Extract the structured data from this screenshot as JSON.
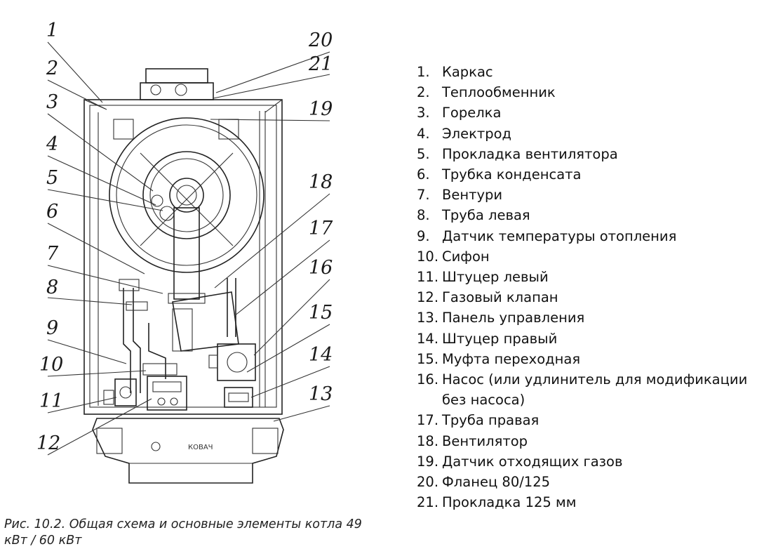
{
  "diagram": {
    "callouts": [
      "1",
      "2",
      "3",
      "4",
      "5",
      "6",
      "7",
      "8",
      "9",
      "10",
      "11",
      "12",
      "13",
      "14",
      "15",
      "16",
      "17",
      "18",
      "19",
      "20",
      "21"
    ],
    "panel_brand": "КОВАЧ"
  },
  "parts": [
    {
      "num": "1.",
      "label": "Каркас"
    },
    {
      "num": "2.",
      "label": "Теплообменник"
    },
    {
      "num": "3.",
      "label": "Горелка"
    },
    {
      "num": "4.",
      "label": "Электрод"
    },
    {
      "num": "5.",
      "label": "Прокладка вентилятора"
    },
    {
      "num": "6.",
      "label": "Трубка конденсата"
    },
    {
      "num": "7.",
      "label": "Вентури"
    },
    {
      "num": "8.",
      "label": "Труба левая"
    },
    {
      "num": "9.",
      "label": "Датчик температуры отопления"
    },
    {
      "num": "10.",
      "label": "Сифон"
    },
    {
      "num": "11.",
      "label": "Штуцер левый"
    },
    {
      "num": "12.",
      "label": "Газовый клапан"
    },
    {
      "num": "13.",
      "label": "Панель управления"
    },
    {
      "num": "14.",
      "label": "Штуцер правый"
    },
    {
      "num": "15.",
      "label": "Муфта переходная"
    },
    {
      "num": "16.",
      "label": "Насос (или удлинитель для модификации без насоса)"
    },
    {
      "num": "17.",
      "label": "Труба правая"
    },
    {
      "num": "18.",
      "label": "Вентилятор"
    },
    {
      "num": "19.",
      "label": "Датчик отходящих газов"
    },
    {
      "num": "20.",
      "label": "Фланец 80/125"
    },
    {
      "num": "21.",
      "label": "Прокладка 125 мм"
    }
  ],
  "caption": "Рис. 10.2. Общая схема и основные элементы котла 49 кВт / 60 кВт"
}
